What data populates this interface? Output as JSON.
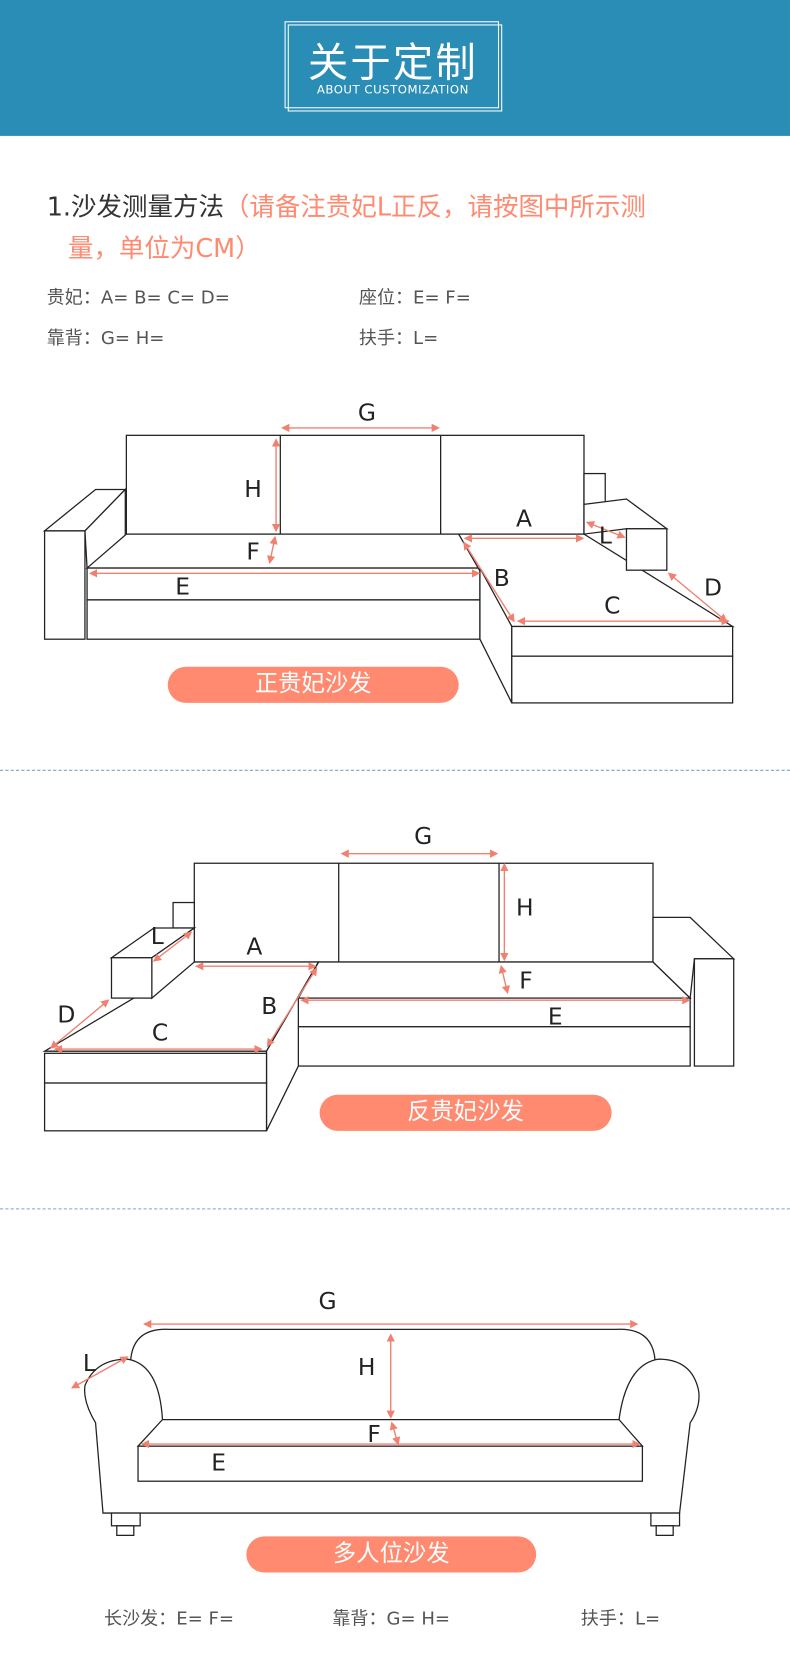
{
  "header": {
    "title": "关于定制",
    "subtitle": "ABOUT CUSTOMIZATION"
  },
  "section": {
    "heading": "1.沙发测量方法",
    "note_line1": "（请备注贵妃L正反，请按图中所示测",
    "note_line2": "量，单位为CM）"
  },
  "specs": {
    "chaise": "贵妃：A=   B=  C=  D=",
    "seat": "座位：E=   F=",
    "back": "靠背：G=   H=",
    "arm": "扶手：L="
  },
  "diagram1": {
    "label": "正贵妃沙发",
    "letters": {
      "G": "G",
      "H": "H",
      "F": "F",
      "E": "E",
      "A": "A",
      "B": "B",
      "L": "L",
      "C": "C",
      "D": "D"
    }
  },
  "diagram2": {
    "label": "反贵妃沙发",
    "letters": {
      "G": "G",
      "H": "H",
      "F": "F",
      "E": "E",
      "A": "A",
      "B": "B",
      "L": "L",
      "C": "C",
      "D": "D"
    }
  },
  "diagram3": {
    "label": "多人位沙发",
    "letters": {
      "G": "G",
      "H": "H",
      "F": "F",
      "E": "E",
      "L": "L"
    }
  },
  "footer_specs": {
    "sofa": "长沙发：E=   F=",
    "back": "靠背：G=   H=",
    "arm": "扶手：L="
  },
  "colors": {
    "brand_blue": "#2a8db5",
    "accent": "#ff8a70"
  }
}
